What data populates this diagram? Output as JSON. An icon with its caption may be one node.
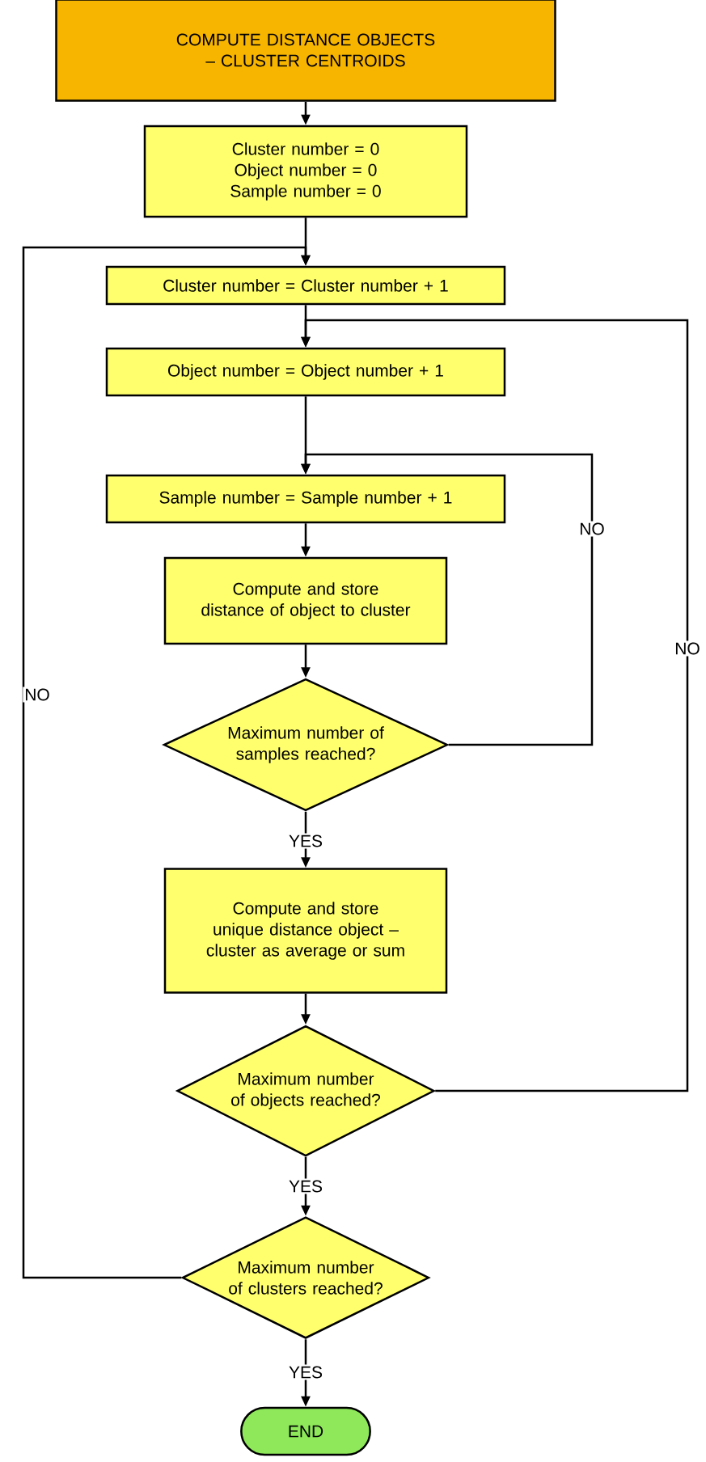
{
  "diagram": {
    "nodes": [
      {
        "text": [
          "COMPUTE DISTANCE OBJECTS – CLUSTER CENTROIDS"
        ]
      },
      {
        "text": [
          "Cluster number = 0 Object number = 0 Sample number = 0"
        ]
      },
      {
        "text": [
          "Cluster number = Cluster number + 1"
        ]
      },
      {
        "text": [
          "Object number = Object number + 1"
        ]
      },
      {
        "text": [
          "Sample number = Sample number + 1"
        ]
      },
      {
        "text": [
          "Compute and store distance of object to cluster"
        ]
      },
      {
        "text": [
          "Maximum number of samples reached?"
        ]
      },
      {
        "text": [
          "Compute and store unique distance object – cluster as average or sum"
        ]
      },
      {
        "text": [
          "Maximum number of objects reached?"
        ]
      },
      {
        "text": [
          "Maximum number of clusters reached?"
        ]
      },
      {
        "text": [
          "END"
        ]
      }
    ],
    "edges": [
      {
        "from": 0,
        "to": 1,
        "arrow": "to"
      },
      {
        "from": 1,
        "to": 2,
        "arrow": "to"
      },
      {
        "from": 2,
        "to": 3,
        "arrow": "to"
      },
      {
        "from": 3,
        "to": 4,
        "arrow": "to"
      },
      {
        "from": 4,
        "to": 5,
        "arrow": "to"
      },
      {
        "from": 5,
        "to": 6,
        "arrow": "to"
      },
      {
        "from": 6,
        "to": 7,
        "arrow": "to",
        "label": "YES"
      },
      {
        "from": 7,
        "to": 8,
        "arrow": "to"
      },
      {
        "from": 8,
        "to": 9,
        "arrow": "to",
        "label": "YES"
      },
      {
        "from": 9,
        "to": 10,
        "arrow": "to",
        "label": "YES"
      },
      {
        "from": 6,
        "to": 4,
        "arrow": "to",
        "label": "NO"
      },
      {
        "from": 8,
        "to": 3,
        "arrow": "to",
        "label": "NO"
      },
      {
        "from": 9,
        "to": 2,
        "arrow": "to",
        "label": "NO"
      }
    ]
  }
}
